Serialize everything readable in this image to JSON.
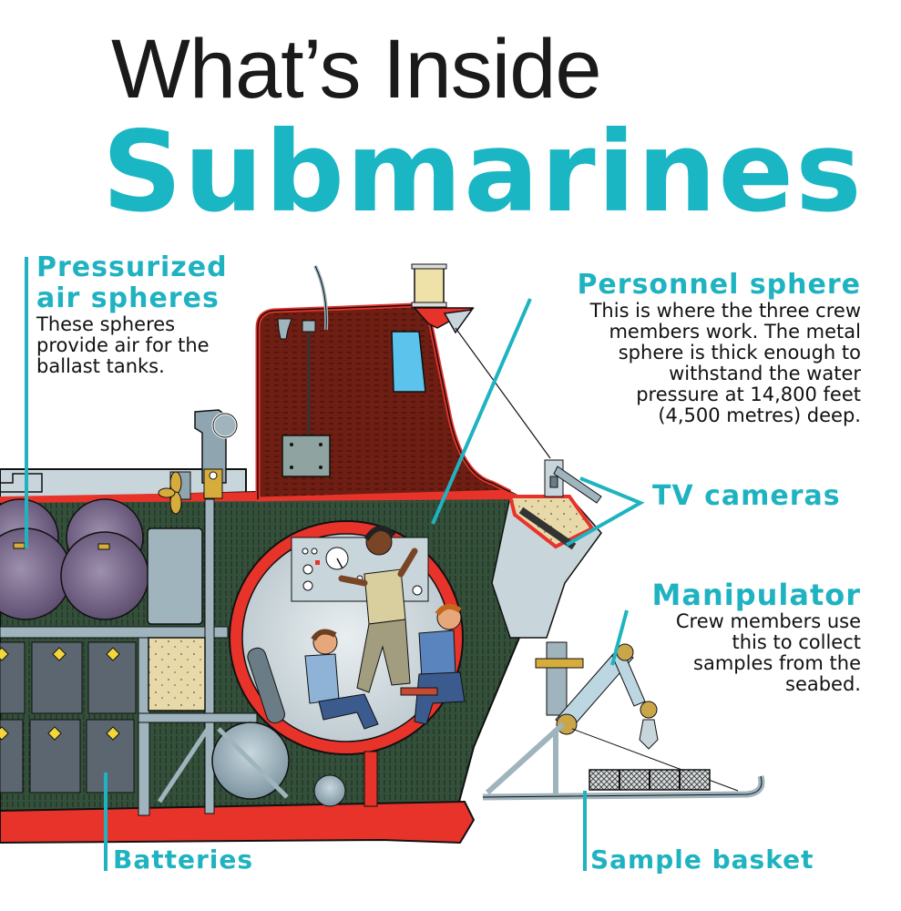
{
  "title": {
    "line1": "What’s Inside",
    "line2": "Submarines"
  },
  "colors": {
    "accent": "#1fb3c1",
    "hull_red": "#e8332a",
    "sail_brown": "#6b1d12",
    "interior_green": "#2f4a35",
    "steel": "#9fb4bd",
    "air_sphere_purple": "#7a6a8a",
    "battery_grey": "#5c6670",
    "window_blue": "#5cc3ec"
  },
  "callouts": {
    "air_spheres": {
      "heading_line1": "Pressurized",
      "heading_line2": "air spheres",
      "body": [
        "These spheres",
        "provide air for the",
        "ballast tanks."
      ]
    },
    "personnel_sphere": {
      "heading": "Personnel sphere",
      "body": [
        "This is where the three crew",
        "members work. The metal",
        "sphere is thick enough to",
        "withstand the water",
        "pressure at 14,800 feet",
        "(4,500 metres) deep."
      ]
    },
    "tv_cameras": {
      "heading": "TV cameras"
    },
    "manipulator": {
      "heading": "Manipulator",
      "body": [
        "Crew members use",
        "this to collect",
        "samples from the",
        "seabed."
      ]
    },
    "batteries": {
      "heading": "Batteries"
    },
    "sample_basket": {
      "heading": "Sample basket"
    }
  }
}
